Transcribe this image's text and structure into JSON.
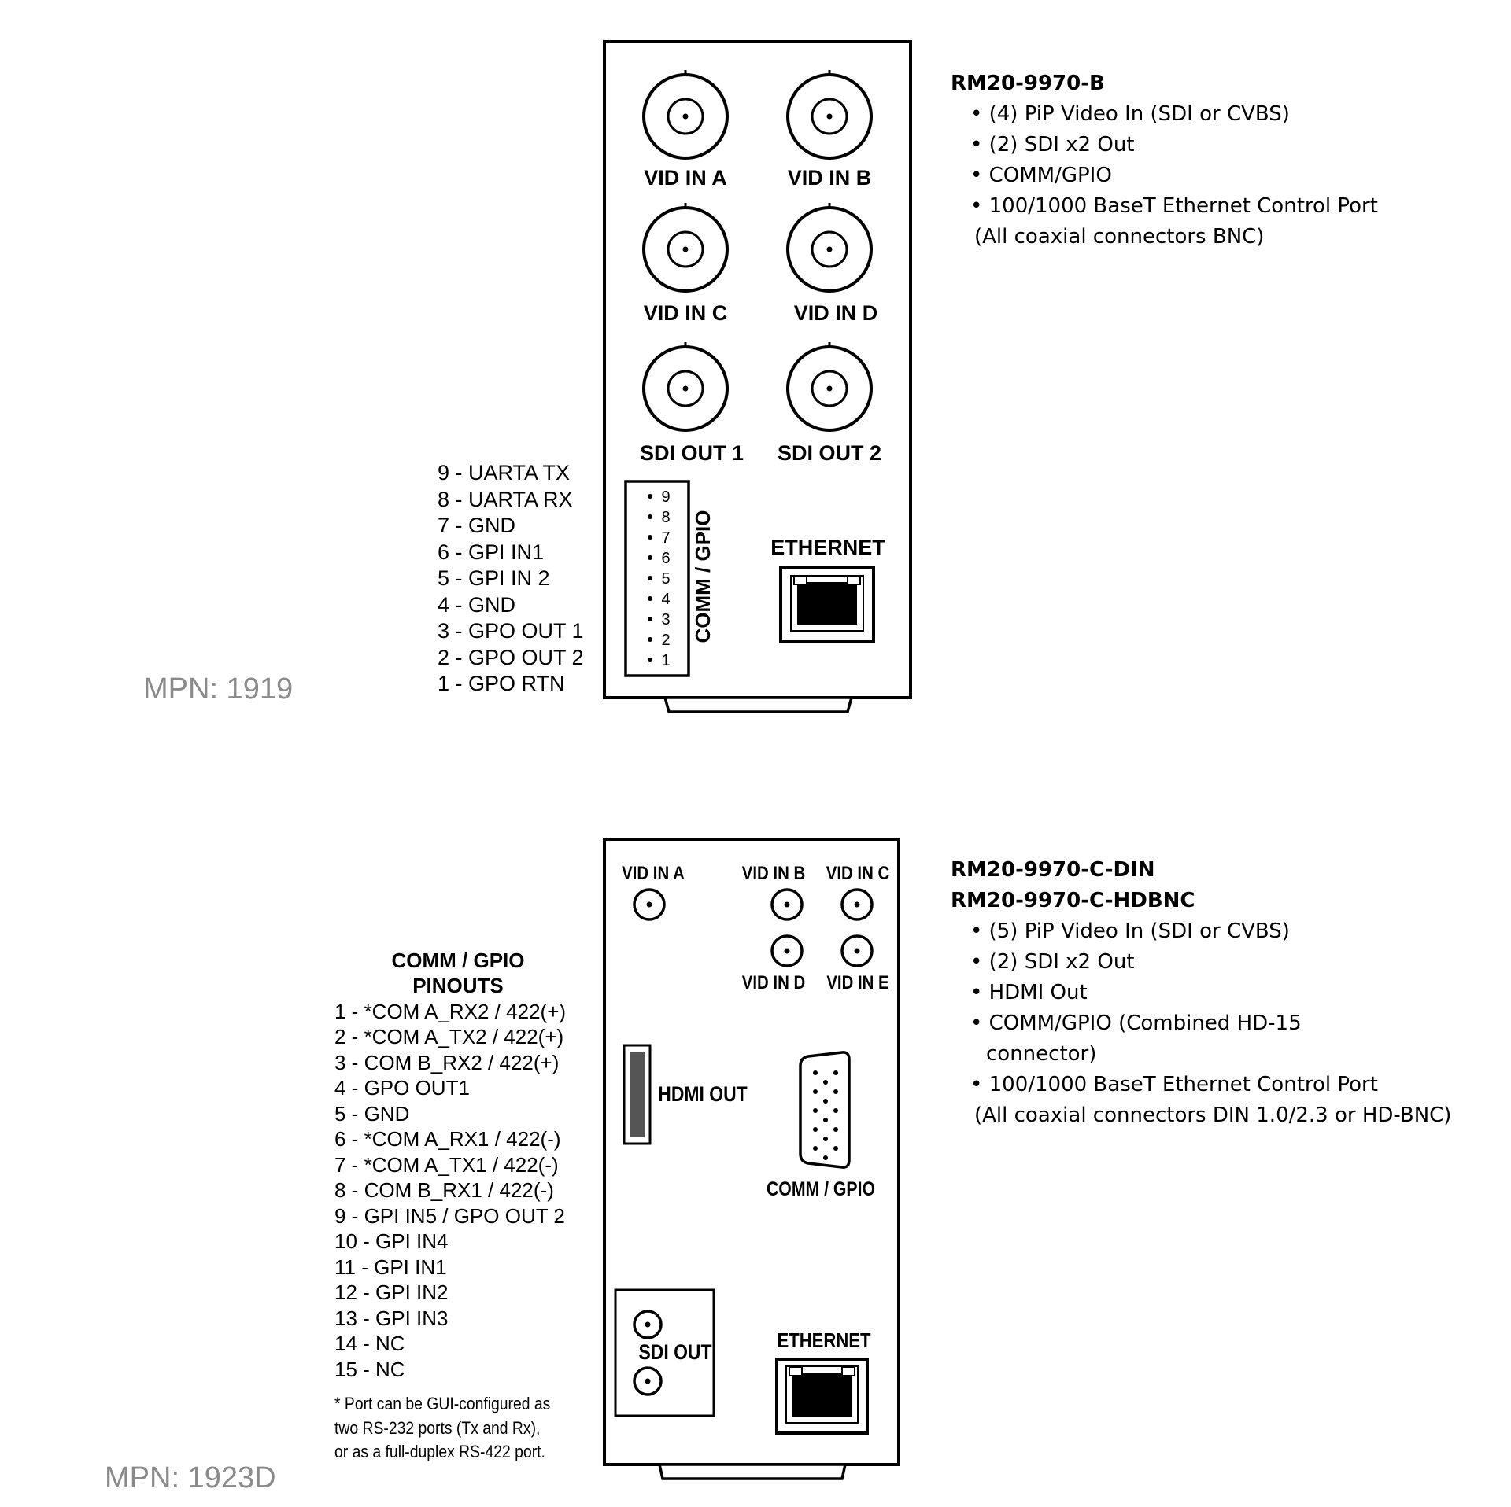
{
  "panel_b": {
    "mpn": "MPN: 1919",
    "connectors": {
      "vid_in_a": "VID IN A",
      "vid_in_b": "VID IN B",
      "vid_in_c": "VID IN C",
      "vid_in_d": "VID IN D",
      "sdi_out_1": "SDI OUT 1",
      "sdi_out_2": "SDI OUT 2",
      "comm_gpio": "COMM / GPIO",
      "ethernet": "ETHERNET"
    },
    "pin_numbers": [
      "9",
      "8",
      "7",
      "6",
      "5",
      "4",
      "3",
      "2",
      "1"
    ],
    "pinouts": [
      "9 - UARTA TX",
      "8 - UARTA RX",
      "7 - GND",
      "6 - GPI IN1",
      "5 - GPI IN 2",
      "4 - GND",
      "3 - GPO OUT 1",
      "2 - GPO OUT 2",
      "1 - GPO RTN"
    ],
    "spec": {
      "model": "RM20-9970-B",
      "items": [
        "(4) PiP Video In (SDI or CVBS)",
        "(2) SDI x2 Out",
        "COMM/GPIO",
        "100/1000 BaseT Ethernet Control Port"
      ],
      "footnote": "(All coaxial connectors BNC)"
    }
  },
  "panel_c": {
    "mpn": "MPN: 1923D",
    "connectors": {
      "vid_in_a": "VID IN A",
      "vid_in_b": "VID IN B",
      "vid_in_c": "VID IN C",
      "vid_in_d": "VID IN D",
      "vid_in_e": "VID IN E",
      "hdmi_out": "HDMI OUT",
      "comm_gpio": "COMM / GPIO",
      "sdi_out": "SDI OUT",
      "ethernet": "ETHERNET"
    },
    "pinout_title_1": "COMM / GPIO",
    "pinout_title_2": "PINOUTS",
    "pinouts": [
      "1 - *COM A_RX2 / 422(+)",
      "2 - *COM A_TX2 / 422(+)",
      "3 - COM B_RX2 / 422(+)",
      "4 - GPO OUT1",
      "5 - GND",
      "6 - *COM A_RX1 / 422(-)",
      "7 - *COM A_TX1 / 422(-)",
      "8 - COM B_RX1 / 422(-)",
      "9 - GPI IN5 / GPO OUT 2",
      "10 - GPI IN4",
      "11 - GPI IN1",
      "12 - GPI IN2",
      "13 - GPI IN3",
      "14 - NC",
      "15 - NC"
    ],
    "footnote_lines": [
      "* Port can be GUI-configured as",
      "two RS-232 ports (Tx and Rx),",
      "or as a full-duplex RS-422 port."
    ],
    "spec": {
      "models": [
        "RM20-9970-C-DIN",
        "RM20-9970-C-HDBNC"
      ],
      "items": [
        "(5) PiP Video In (SDI or CVBS)",
        "(2) SDI x2 Out",
        "HDMI Out",
        "COMM/GPIO (Combined HD-15"
      ],
      "item_continuation": "connector)",
      "last_item": "100/1000 BaseT Ethernet Control Port",
      "footnote": "(All coaxial connectors DIN 1.0/2.3 or HD-BNC)"
    }
  }
}
